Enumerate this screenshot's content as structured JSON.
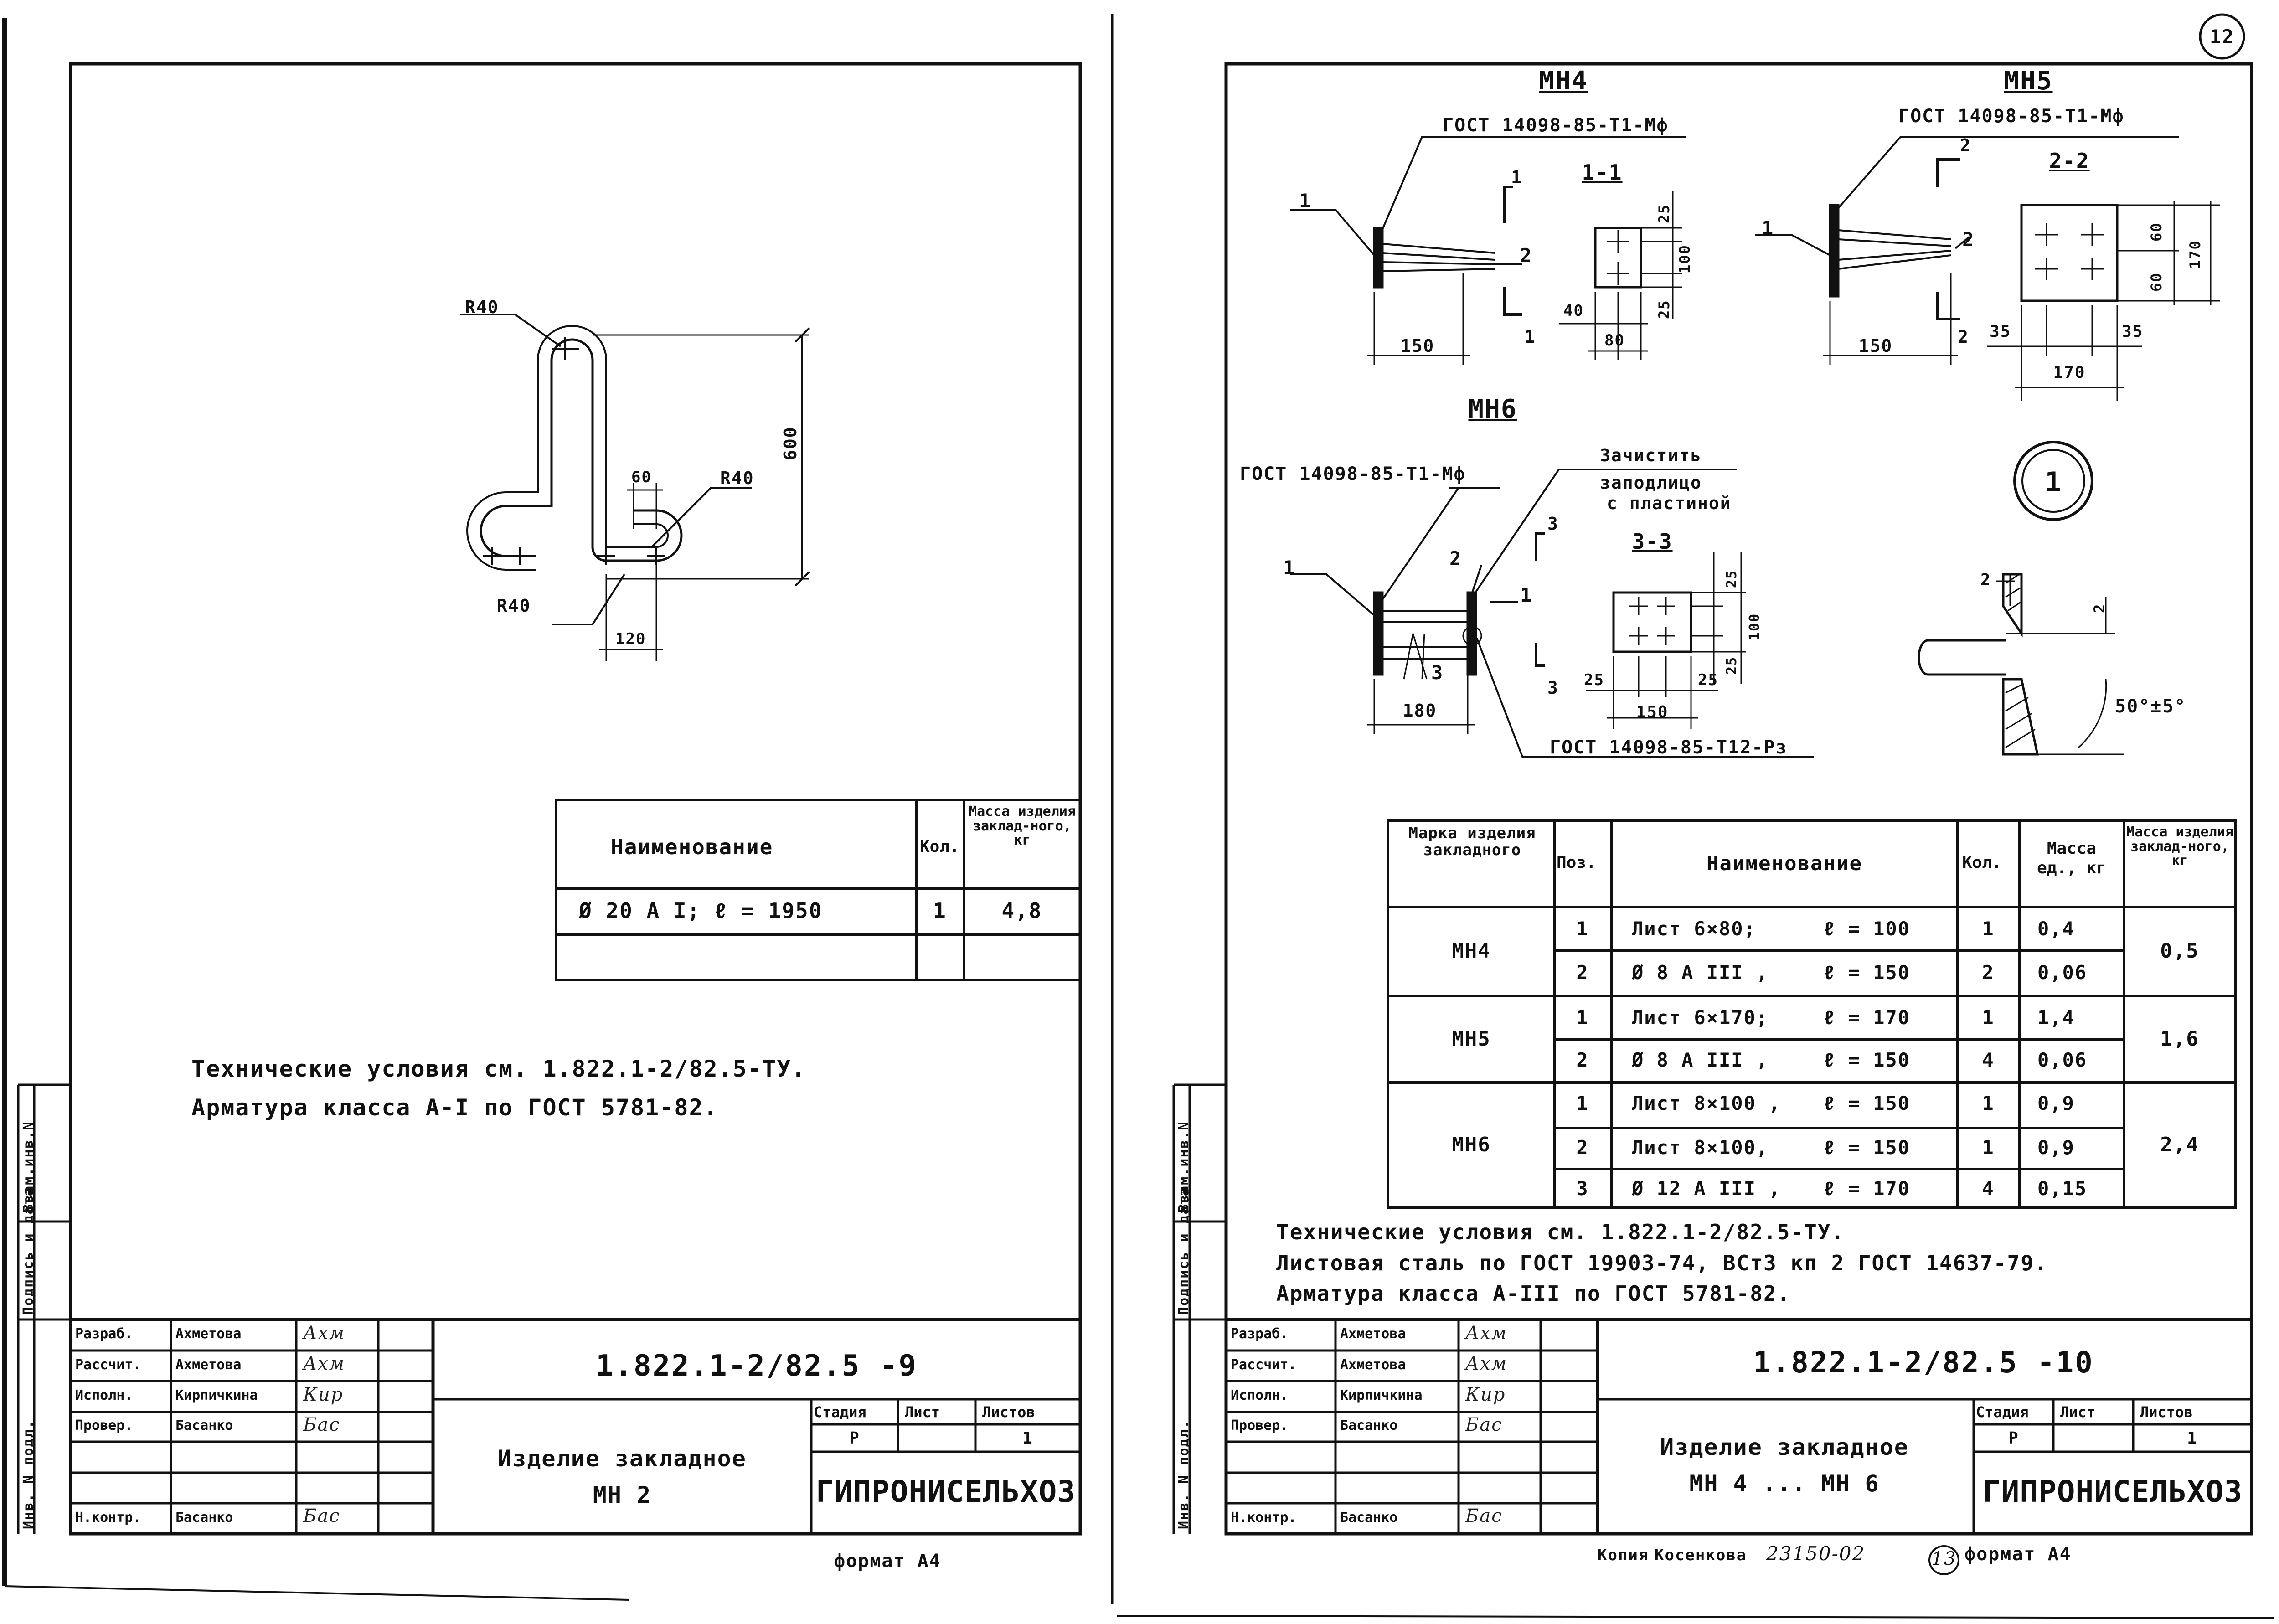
{
  "page_number": "12",
  "left_sheet": {
    "dimensions": {
      "r40_top": "R40",
      "r40_right": "R40",
      "r40_left": "R40",
      "d600": "600",
      "d60": "60",
      "d120": "120"
    },
    "table": {
      "headers": {
        "name": "Наименование",
        "qty": "Кол.",
        "mass": "Масса изделия заклад-ного, кг"
      },
      "rows": [
        {
          "name": "Ø 20 A I;    ℓ = 1950",
          "qty": "1",
          "mass": "4,8"
        }
      ]
    },
    "notes": [
      "Технические условия см. 1.822.1-2/82.5-ТУ.",
      "Арматура класса А-I по ГОСТ 5781-82."
    ],
    "stamp": {
      "roles": [
        "Разраб.",
        "Рассчит.",
        "Исполн.",
        "Провер.",
        "",
        "",
        "Н.контр."
      ],
      "names": [
        "Ахметова",
        "Ахметова",
        "Кирпичкина",
        "Басанко",
        "",
        "",
        "Басанко"
      ],
      "signatures": [
        "Ахм",
        "Ахм",
        "Кир",
        "Бас",
        "",
        "",
        "Бас"
      ],
      "code": "1.822.1-2/82.5 -9",
      "title_line1": "Изделие закладное",
      "title_line2": "МН 2",
      "stage_h": "Стадия",
      "sheet_h": "Лист",
      "sheets_h": "Листов",
      "stage": "Р",
      "sheets": "1",
      "org": "ГИПРОНИСЕЛЬХОЗ"
    },
    "side_labels": [
      "Взам.инв.N",
      "Подпись и дата",
      "Инв. N подл."
    ],
    "format": "формат А4"
  },
  "right_sheet": {
    "mn4": {
      "title": "МН4",
      "gost": "ГОСТ 14098-85-Т1-Мф",
      "section": "1-1",
      "cut": "1",
      "d150": "150",
      "d40": "40",
      "d80": "80",
      "d25a": "25",
      "d100": "100",
      "d25b": "25",
      "pos1": "1",
      "pos2": "2"
    },
    "mn5": {
      "title": "МН5",
      "gost": "ГОСТ 14098-85-Т1-Мф",
      "section": "2-2",
      "cut": "2",
      "d150": "150",
      "d35a": "35",
      "d35b": "35",
      "d170": "170",
      "d60a": "60",
      "d60b": "60",
      "d170v": "170",
      "pos1": "1",
      "pos2": "2"
    },
    "mn6": {
      "title": "МН6",
      "gost1": "ГОСТ 14098-85-Т1-Мф",
      "gost2": "ГОСТ 14098-85-Т12-Рз",
      "clean_note": [
        "Зачистить",
        "заподлицо",
        "с пластиной"
      ],
      "section": "3-3",
      "cut": "3",
      "d180": "180",
      "d25a": "25",
      "d150": "150",
      "d25b": "25",
      "d25v": "25",
      "d100v": "100",
      "d25v2": "25",
      "pos1": "1",
      "pos2": "2",
      "pos3": "3"
    },
    "detail": {
      "marker": "1",
      "d2a": "2",
      "d2b": "2",
      "angle": "50°±5°"
    },
    "table": {
      "headers": {
        "mark": "Марка изделия закладного",
        "pos": "Поз.",
        "name": "Наименование",
        "qty": "Кол.",
        "mass_unit": "Масса ед., кг",
        "mass_total": "Масса изделия заклад-ного, кг"
      },
      "groups": [
        {
          "mark": "МН4",
          "total": "0,5",
          "rows": [
            {
              "pos": "1",
              "name": "Лист  6×80;",
              "len": "ℓ = 100",
              "qty": "1",
              "mass": "0,4"
            },
            {
              "pos": "2",
              "name": "Ø 8 А III ,",
              "len": "ℓ = 150",
              "qty": "2",
              "mass": "0,06"
            }
          ]
        },
        {
          "mark": "МН5",
          "total": "1,6",
          "rows": [
            {
              "pos": "1",
              "name": "Лист  6×170;",
              "len": "ℓ = 170",
              "qty": "1",
              "mass": "1,4"
            },
            {
              "pos": "2",
              "name": "Ø 8 А III ,",
              "len": "ℓ = 150",
              "qty": "4",
              "mass": "0,06"
            }
          ]
        },
        {
          "mark": "МН6",
          "total": "2,4",
          "rows": [
            {
              "pos": "1",
              "name": "Лист  8×100 ,",
              "len": "ℓ = 150",
              "qty": "1",
              "mass": "0,9"
            },
            {
              "pos": "2",
              "name": "Лист  8×100,",
              "len": "ℓ = 150",
              "qty": "1",
              "mass": "0,9"
            },
            {
              "pos": "3",
              "name": "Ø 12 А III ,",
              "len": "ℓ = 170",
              "qty": "4",
              "mass": "0,15"
            }
          ]
        }
      ]
    },
    "notes": [
      "Технические условия см. 1.822.1-2/82.5-ТУ.",
      "Листовая сталь по ГОСТ 19903-74, ВСт3 кп 2 ГОСТ 14637-79.",
      "Арматура класса А-III по ГОСТ 5781-82."
    ],
    "stamp": {
      "roles": [
        "Разраб.",
        "Рассчит.",
        "Исполн.",
        "Провер.",
        "",
        "",
        "Н.контр."
      ],
      "names": [
        "Ахметова",
        "Ахметова",
        "Кирпичкина",
        "Басанко",
        "",
        "",
        "Басанко"
      ],
      "signatures": [
        "Ахм",
        "Ахм",
        "Кир",
        "Бас",
        "",
        "",
        "Бас"
      ],
      "code": "1.822.1-2/82.5 -10",
      "title_line1": "Изделие закладное",
      "title_line2": "МН 4 ... МН 6",
      "stage_h": "Стадия",
      "sheet_h": "Лист",
      "sheets_h": "Листов",
      "stage": "Р",
      "sheets": "1",
      "org": "ГИПРОНИСЕЛЬХОЗ"
    },
    "side_labels": [
      "Взам.инв.N",
      "Подпись и дата",
      "Инв. N подл."
    ],
    "copy_label": "Копия",
    "copyist": "Косенкова",
    "copy_code": "23150-02",
    "copy_page": "13",
    "format": "формат А4"
  }
}
